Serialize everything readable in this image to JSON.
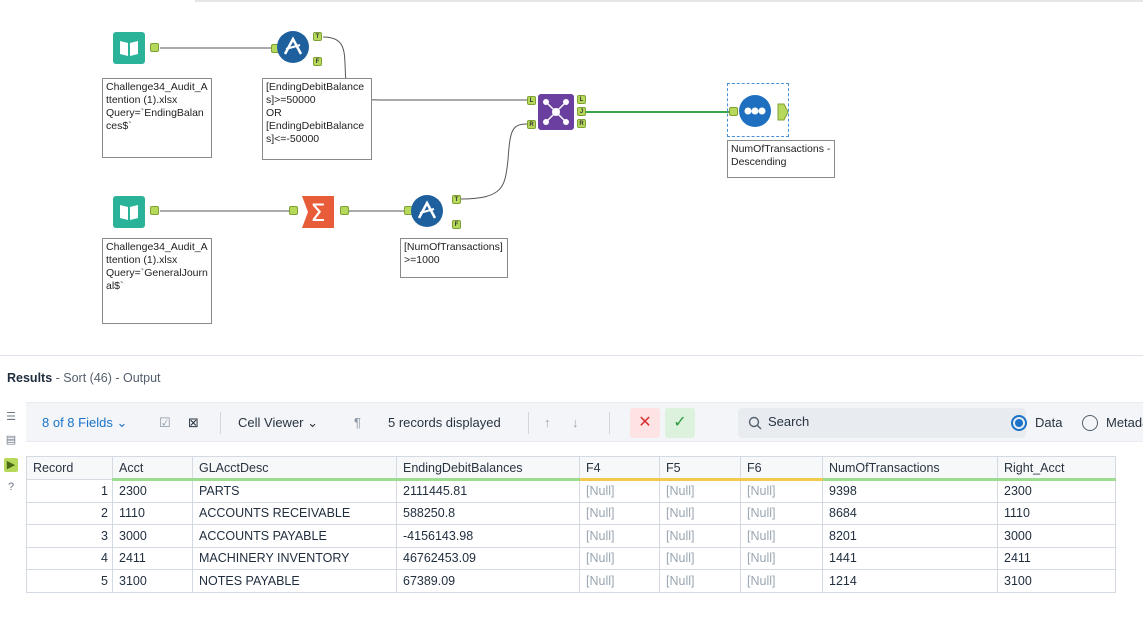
{
  "canvas": {
    "input1_annotation": "Challenge34_Audit_Attention (1).xlsx\nQuery=`EndingBalances$`",
    "input2_annotation": "Challenge34_Audit_Attention (1).xlsx\nQuery=`GeneralJournal$`",
    "filter1_annotation": "[EndingDebitBalances]>=50000\nOR\n[EndingDebitBalances]<=-50000",
    "filter2_annotation": "[NumOfTransactions]>=1000",
    "sort_annotation": "NumOfTransactions - Descending",
    "anchors": {
      "t": "T",
      "f": "F",
      "l": "L",
      "j": "J",
      "r": "R"
    }
  },
  "results": {
    "title": "Results",
    "subtitle": " - Sort (46) - Output",
    "toolbar": {
      "fields": "8 of 8 Fields",
      "cell_viewer": "Cell Viewer",
      "records": "5 records displayed",
      "search_placeholder": "Search",
      "data_label": "Data",
      "metadata_label": "Metadata"
    },
    "columns": [
      "Record",
      "Acct",
      "GLAcctDesc",
      "EndingDebitBalances",
      "F4",
      "F5",
      "F6",
      "NumOfTransactions",
      "Right_Acct"
    ],
    "rows": [
      [
        "1",
        "2300",
        "PARTS",
        "2111445.81",
        "[Null]",
        "[Null]",
        "[Null]",
        "9398",
        "2300"
      ],
      [
        "2",
        "1110",
        "ACCOUNTS RECEIVABLE",
        "588250.8",
        "[Null]",
        "[Null]",
        "[Null]",
        "8684",
        "1110"
      ],
      [
        "3",
        "3000",
        "ACCOUNTS PAYABLE",
        "-4156143.98",
        "[Null]",
        "[Null]",
        "[Null]",
        "8201",
        "3000"
      ],
      [
        "4",
        "2411",
        "MACHINERY INVENTORY",
        "46762453.09",
        "[Null]",
        "[Null]",
        "[Null]",
        "1441",
        "2411"
      ],
      [
        "5",
        "3100",
        "NOTES PAYABLE",
        "67389.09",
        "[Null]",
        "[Null]",
        "[Null]",
        "1214",
        "3100"
      ]
    ]
  },
  "colors": {
    "input": "#2bb39a",
    "filter": "#1e5f9e",
    "summarize": "#e85c3a",
    "join": "#6b3fa0",
    "sort": "#1e6fc0",
    "accent": "#1a73c9"
  }
}
